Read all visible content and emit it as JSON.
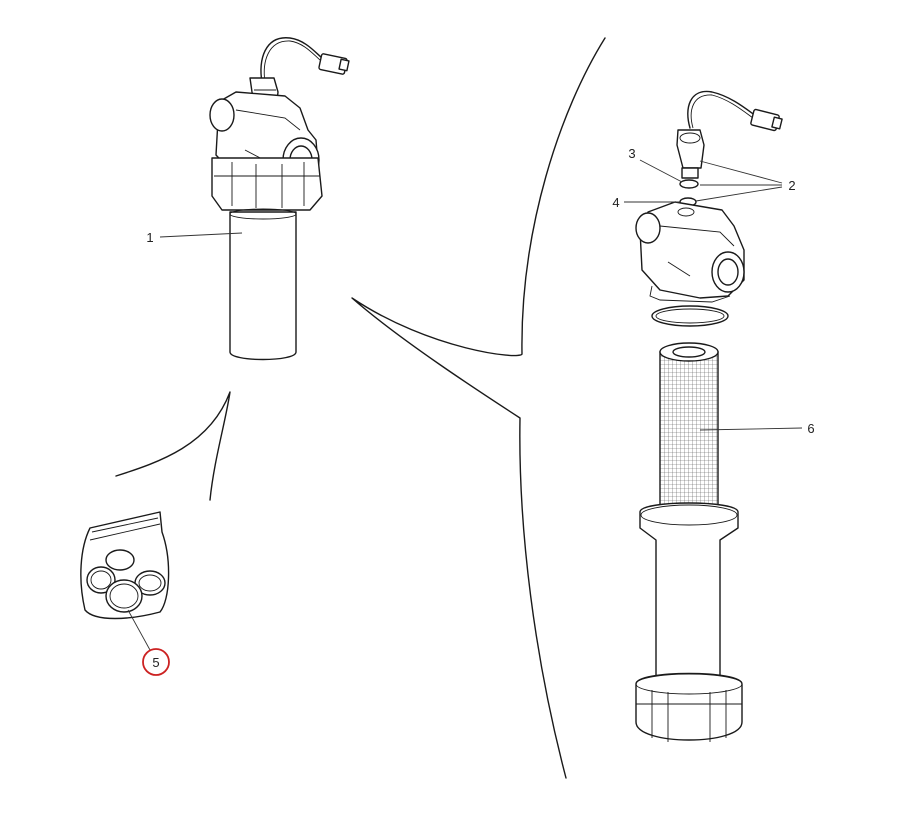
{
  "diagram": {
    "callouts": [
      {
        "id": "1",
        "label": "1"
      },
      {
        "id": "2",
        "label": "2"
      },
      {
        "id": "3",
        "label": "3"
      },
      {
        "id": "4",
        "label": "4"
      },
      {
        "id": "5",
        "label": "5",
        "highlighted": true
      },
      {
        "id": "6",
        "label": "6"
      }
    ],
    "colors": {
      "line": "#1a1a1a",
      "highlight": "#cc2222",
      "background": "#ffffff"
    }
  }
}
